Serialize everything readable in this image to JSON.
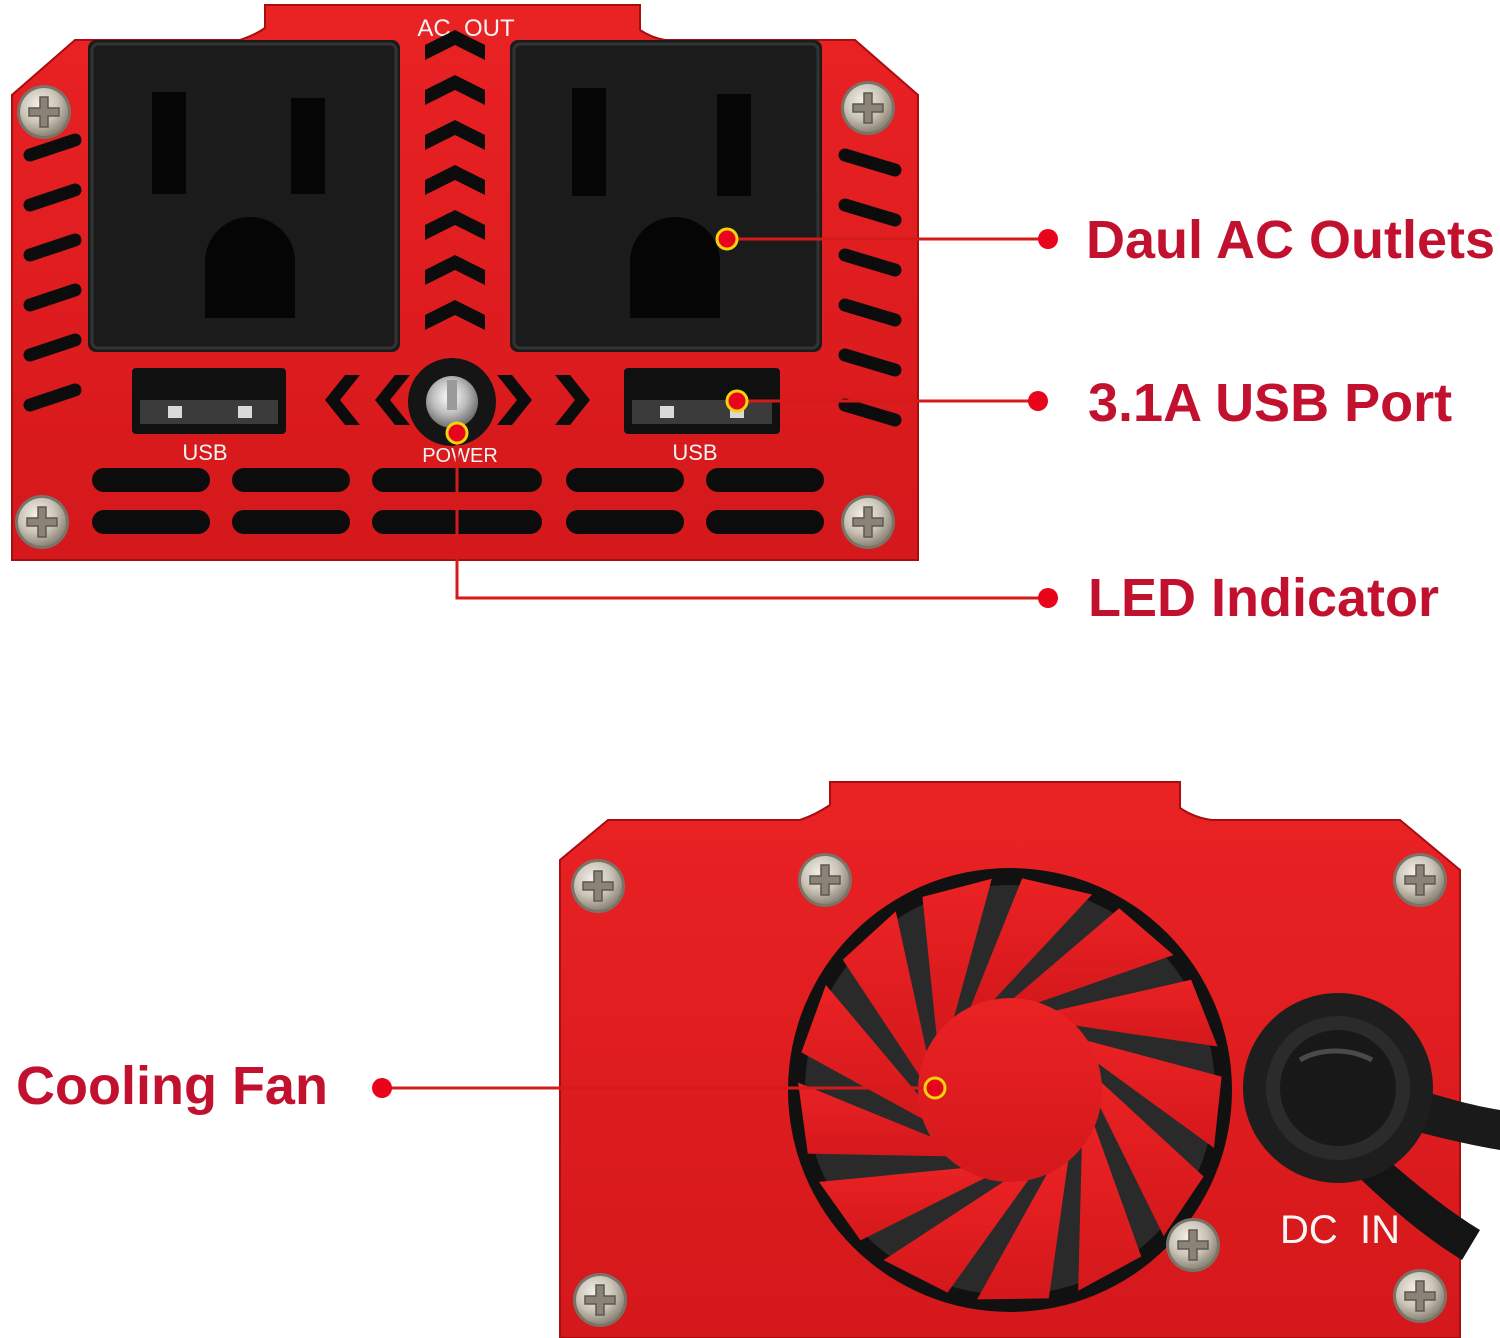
{
  "colors": {
    "label_text": "#c2112f",
    "callout_line": "#d51a1a",
    "callout_dot": "#e8051b",
    "callout_ring": "#f2d40a",
    "body_red": "#e01b1e",
    "body_red_dark": "#b50f12",
    "socket_black": "#1c1c1c"
  },
  "callouts": {
    "outlets": "Daul AC Outlets",
    "usb": "3.1A USB Port",
    "led": "LED Indicator",
    "fan": "Cooling Fan"
  },
  "front_panel": {
    "ac_out": "AC  OUT",
    "usb_left": "USB",
    "usb_right": "USB",
    "power": "POWER"
  },
  "back_panel": {
    "dc_in": "DC  IN"
  }
}
